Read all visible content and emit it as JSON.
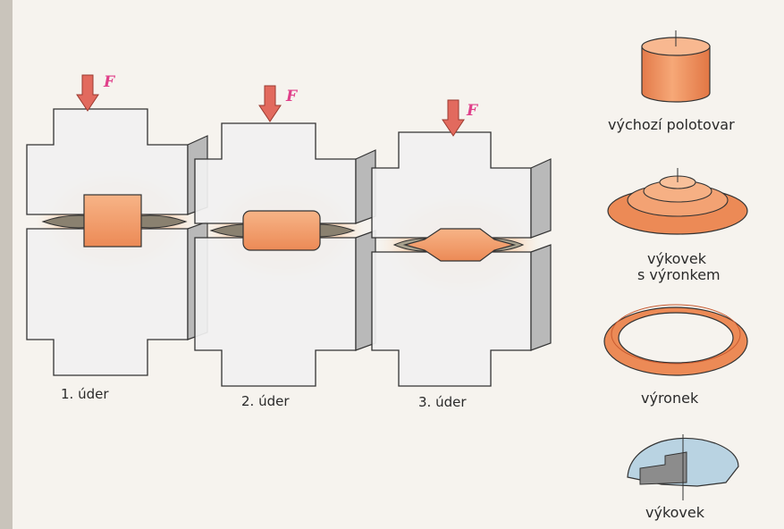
{
  "colors": {
    "paper": "#f6f3ee",
    "die": "#f1f1f1",
    "die_side": "#b9b9b9",
    "outline": "#333333",
    "metal": "#f29a6a",
    "metal_dark": "#d9663a",
    "heat": "#f7b07a",
    "arrow": "#e26a5e",
    "force_label": "#e0408a",
    "steel_blue": "#b9d3e2"
  },
  "force_symbol": "F",
  "steps": [
    {
      "label": "1. úder"
    },
    {
      "label": "2. úder"
    },
    {
      "label": "3. úder"
    }
  ],
  "products": [
    {
      "label": "výchozí polotovar",
      "icon": "cylinder-billet-icon"
    },
    {
      "label_lines": [
        "výkovek",
        "s výronkem"
      ],
      "icon": "forging-with-flash-icon"
    },
    {
      "label": "výronek",
      "icon": "flash-ring-icon"
    },
    {
      "label": "výkovek",
      "icon": "forging-cutaway-icon"
    }
  ]
}
